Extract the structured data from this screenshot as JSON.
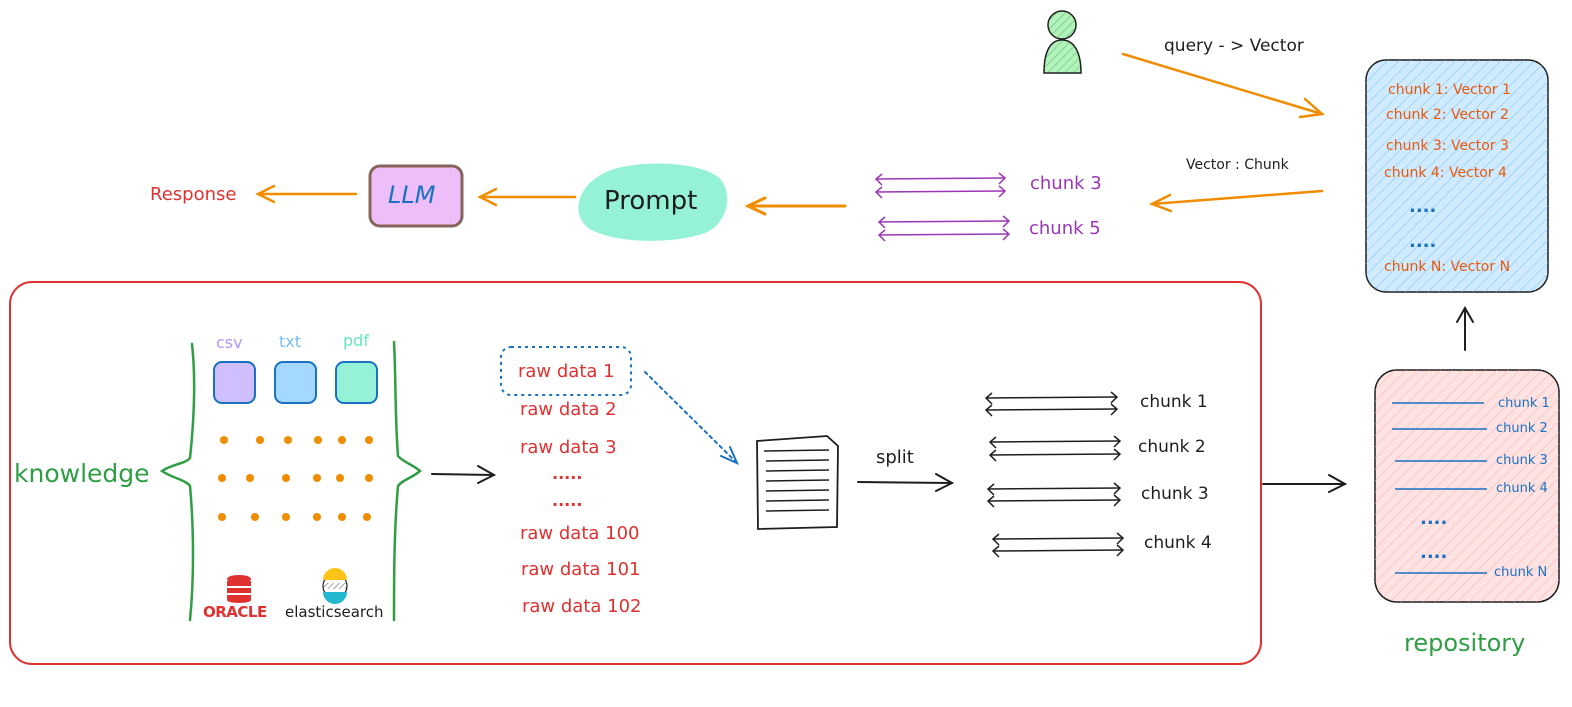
{
  "top_flow": {
    "query_label": "query - > Vector",
    "vector_chunk_label": "Vector : Chunk",
    "retrieved_chunks": [
      "chunk 3",
      "chunk 5"
    ],
    "prompt_label": "Prompt",
    "llm_label": "LLM",
    "response_label": "Response"
  },
  "vector_store": {
    "entries": [
      "chunk 1: Vector 1",
      "chunk 2: Vector 2",
      "chunk 3: Vector 3",
      "chunk 4: Vector 4"
    ],
    "ellipsis_1": "....",
    "ellipsis_2": "....",
    "last_entry": "chunk N: Vector N"
  },
  "knowledge": {
    "title": "knowledge",
    "file_types": [
      "csv",
      "txt",
      "pdf"
    ],
    "sources": {
      "oracle": "ORACLE",
      "elasticsearch": "elasticsearch"
    }
  },
  "raw_data": {
    "items_top": [
      "raw data 1",
      "raw data 2",
      "raw data 3"
    ],
    "ellipsis_1": ".....",
    "ellipsis_2": ".....",
    "items_bottom": [
      "raw data 100",
      "raw data 101",
      "raw data 102"
    ]
  },
  "split_label": "split",
  "chunks": [
    "chunk 1",
    "chunk 2",
    "chunk 3",
    "chunk 4"
  ],
  "repository": {
    "title": "repository",
    "entries": [
      "chunk 1",
      "chunk 2",
      "chunk 3",
      "chunk 4"
    ],
    "ellipsis_1": "....",
    "ellipsis_2": "....",
    "last_entry": "chunk N"
  },
  "colors": {
    "accent_orange": "#f08c00",
    "frame_red": "#e03131",
    "green": "#2f9e44",
    "blue": "#1971c2",
    "purple": "#9c36b5"
  }
}
